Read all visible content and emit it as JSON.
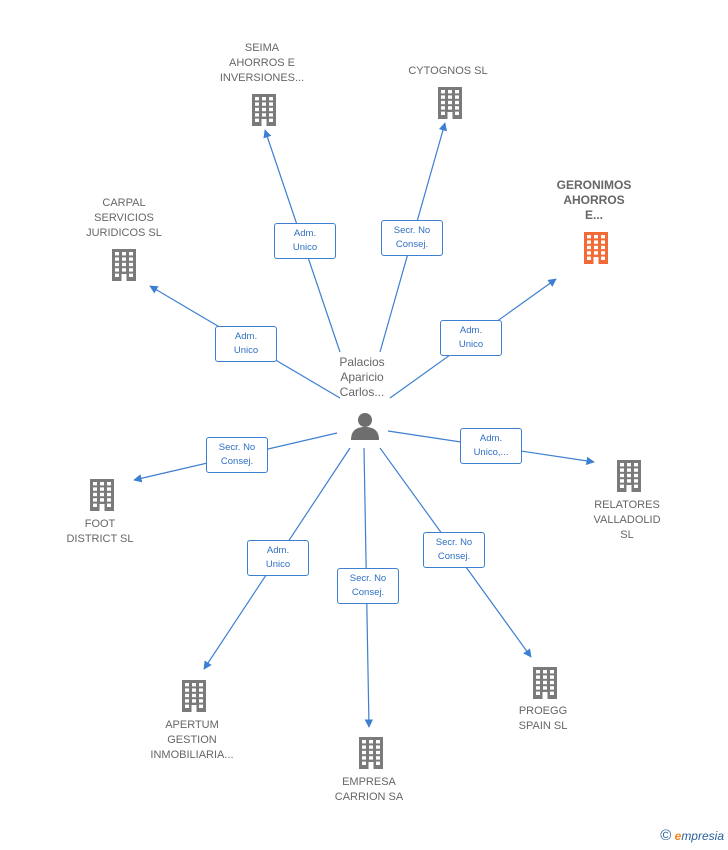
{
  "center": {
    "label": "Palacios\nAparicio\nCarlos..."
  },
  "nodes": [
    {
      "id": "seima",
      "label": "SEIMA\nAHORROS E\nINVERSIONES...",
      "highlight": false
    },
    {
      "id": "cytognos",
      "label": "CYTOGNOS SL",
      "highlight": false
    },
    {
      "id": "geronimos",
      "label": "GERONIMOS\nAHORROS\nE...",
      "highlight": true
    },
    {
      "id": "carpal",
      "label": "CARPAL\nSERVICIOS\nJURIDICOS  SL",
      "highlight": false
    },
    {
      "id": "relatores",
      "label": "RELATORES\nVALLADOLID\nSL",
      "highlight": false
    },
    {
      "id": "foot",
      "label": "FOOT\nDISTRICT SL",
      "highlight": false
    },
    {
      "id": "proegg",
      "label": "PROEGG\nSPAIN  SL",
      "highlight": false
    },
    {
      "id": "apertum",
      "label": "APERTUM\nGESTION\nINMOBILIARIA...",
      "highlight": false
    },
    {
      "id": "carrion",
      "label": "EMPRESA\nCARRION SA",
      "highlight": false
    }
  ],
  "edges": [
    {
      "to": "seima",
      "label": "Adm.\nUnico"
    },
    {
      "to": "cytognos",
      "label": "Secr.  No\nConsej."
    },
    {
      "to": "geronimos",
      "label": "Adm.\nUnico"
    },
    {
      "to": "carpal",
      "label": "Adm.\nUnico"
    },
    {
      "to": "relatores",
      "label": "Adm.\nUnico,..."
    },
    {
      "to": "foot",
      "label": "Secr.  No\nConsej."
    },
    {
      "to": "proegg",
      "label": "Secr.  No\nConsej."
    },
    {
      "to": "apertum",
      "label": "Adm.\nUnico"
    },
    {
      "to": "carrion",
      "label": "Secr.  No\nConsej."
    }
  ],
  "colors": {
    "edge": "#3d7fd1",
    "building": "#7a7a7a",
    "building_highlight": "#f26a35",
    "person": "#6e6e6e"
  },
  "icons": {
    "company": "building-icon",
    "person": "person-icon",
    "copyright": "copyright-icon"
  },
  "footer": {
    "copyright": "©",
    "brand_initial": "e",
    "brand_rest": "mpresia"
  }
}
